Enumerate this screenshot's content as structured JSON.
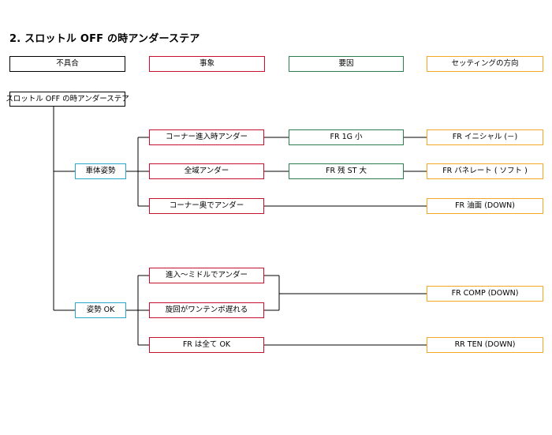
{
  "title": "2. スロットル OFF の時アンダーステア",
  "headers": {
    "col1": "不具合",
    "col2": "事象",
    "col3": "要因",
    "col4": "セッティングの方向"
  },
  "colors": {
    "col1": "#000000",
    "col2": "#c8102e",
    "col3": "#2e7d4f",
    "col4": "#f5a623",
    "category": "#2aa7c9"
  },
  "root": "スロットル OFF の時アンダーステア",
  "categories": [
    "車体姿勢",
    "姿勢 OK"
  ],
  "events": [
    "コーナー進入時アンダー",
    "全域アンダー",
    "コーナー奥でアンダー",
    "進入～ミドルでアンダー",
    "旋回がワンテンポ遅れる",
    "FR は全て OK"
  ],
  "causes": [
    "FR 1G 小",
    "FR 残 ST 大"
  ],
  "settings": [
    "FR イニシャル (－)",
    "FR バネレート ( ソフト )",
    "FR 油面 (DOWN)",
    "FR COMP (DOWN)",
    "RR TEN (DOWN)"
  ]
}
